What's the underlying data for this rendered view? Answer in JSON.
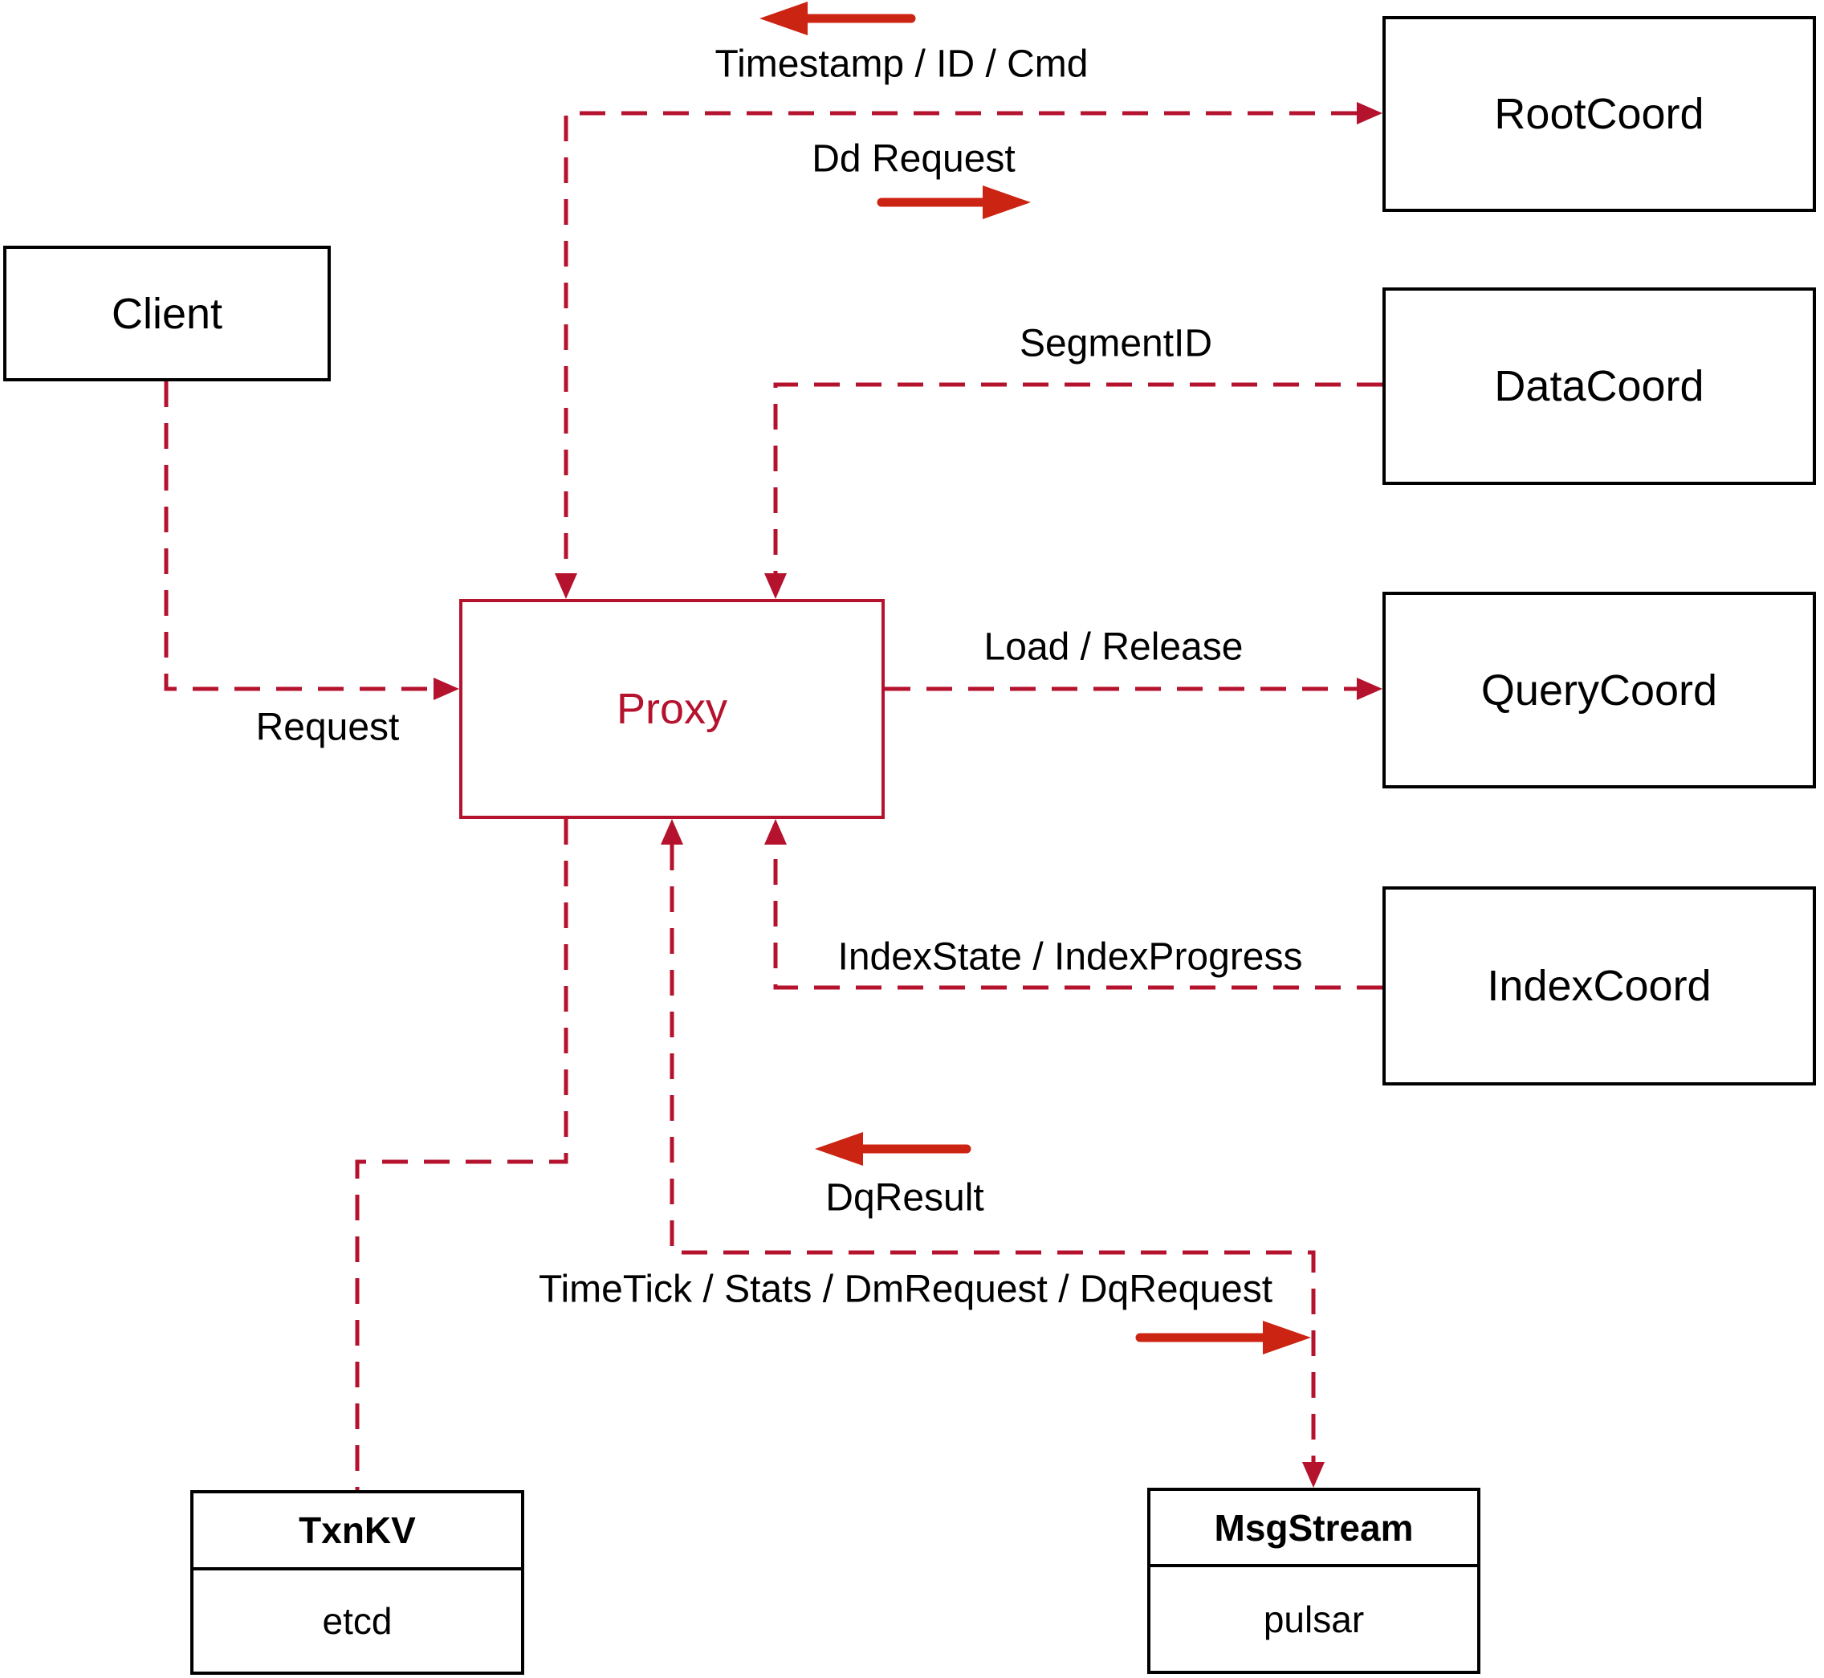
{
  "colors": {
    "dashed_connector": "#b5122e",
    "direction_arrow": "#cc2413",
    "proxy_accent": "#b5122e",
    "box_border": "#000000",
    "text": "#000000",
    "background": "#ffffff"
  },
  "nodes": {
    "client": {
      "label": "Client"
    },
    "proxy": {
      "label": "Proxy"
    },
    "root_coord": {
      "label": "RootCoord"
    },
    "data_coord": {
      "label": "DataCoord"
    },
    "query_coord": {
      "label": "QueryCoord"
    },
    "index_coord": {
      "label": "IndexCoord"
    },
    "txn_kv": {
      "label": "TxnKV",
      "implementation": "etcd"
    },
    "msg_stream": {
      "label": "MsgStream",
      "implementation": "pulsar"
    }
  },
  "edge_labels": {
    "root_coord_return": "Timestamp / ID / Cmd",
    "root_coord_send": "Dd Request",
    "data_coord": "SegmentID",
    "query_coord": "Load / Release",
    "index_coord": "IndexState / IndexProgress",
    "client_request": "Request",
    "msg_stream_return": "DqResult",
    "msg_stream_send": "TimeTick / Stats / DmRequest / DqRequest"
  }
}
